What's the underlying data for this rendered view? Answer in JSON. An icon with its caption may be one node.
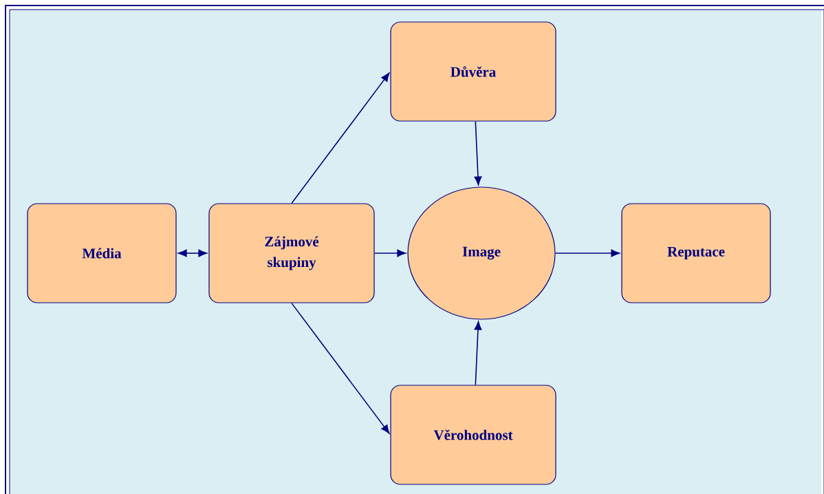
{
  "diagram": {
    "nodes": [
      {
        "text": [
          "Média"
        ]
      },
      {
        "text": [
          "Zájmové skupiny"
        ]
      },
      {
        "text": [
          "Důvěra"
        ]
      },
      {
        "text": [
          "Image"
        ]
      },
      {
        "text": [
          "Reputace"
        ]
      },
      {
        "text": [
          "Věrohodnost"
        ]
      }
    ],
    "edges": [
      {
        "from": 0,
        "to": 1,
        "arrow": "both"
      },
      {
        "from": 1,
        "to": 2,
        "arrow": "to"
      },
      {
        "from": 1,
        "to": 3,
        "arrow": "to"
      },
      {
        "from": 1,
        "to": 5,
        "arrow": "to"
      },
      {
        "from": 2,
        "to": 3,
        "arrow": "to"
      },
      {
        "from": 5,
        "to": 3,
        "arrow": "to"
      },
      {
        "from": 3,
        "to": 4,
        "arrow": "to"
      }
    ]
  }
}
